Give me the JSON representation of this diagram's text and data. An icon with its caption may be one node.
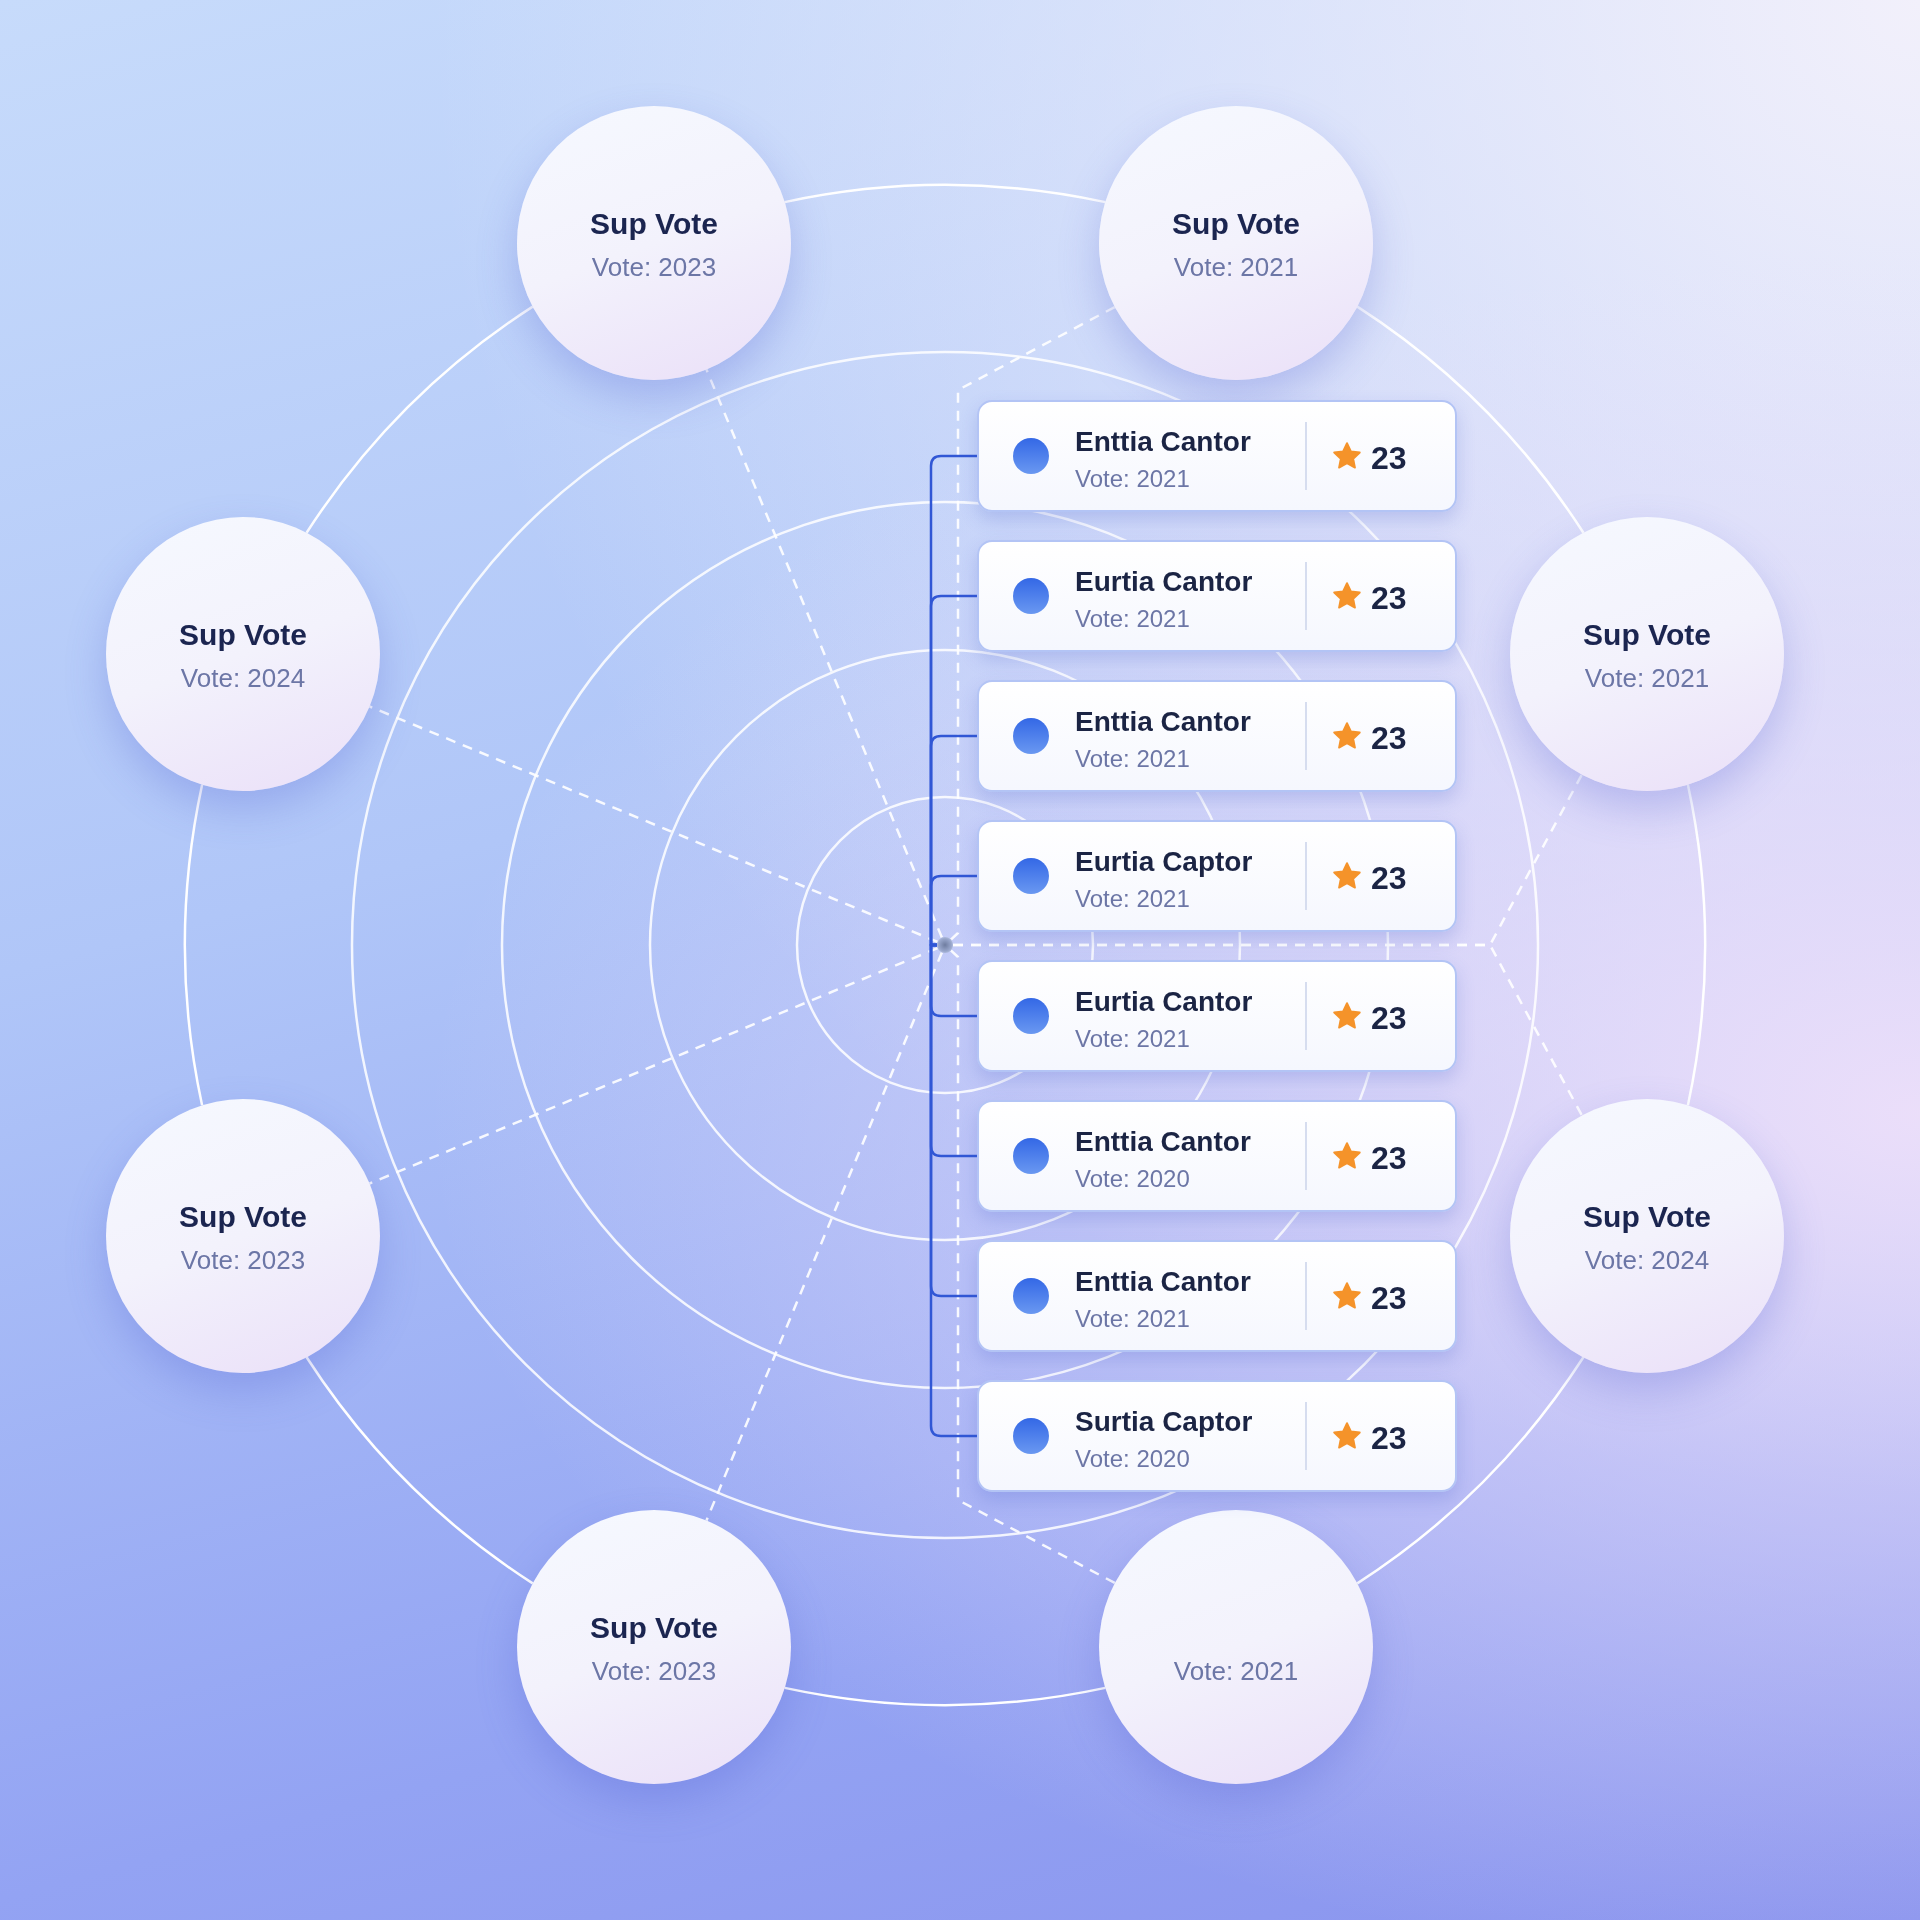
{
  "diagram": {
    "nodes": [
      {
        "text": [
          "Sup Vote",
          "Vote: 2023"
        ]
      },
      {
        "text": [
          "Sup Vote",
          "Vote: 2021"
        ]
      },
      {
        "text": [
          "Sup Vote",
          "Vote: 2024"
        ]
      },
      {
        "text": [
          "Sup Vote",
          "Vote: 2021"
        ]
      },
      {
        "text": [
          "Sup Vote",
          "Vote: 2023"
        ]
      },
      {
        "text": [
          "Sup Vote",
          "Vote: 2024"
        ]
      },
      {
        "text": [
          "Sup Vote",
          "Vote: 2023"
        ]
      },
      {
        "text": [
          "Vote: 2021"
        ]
      },
      {
        "text": [
          "Enttia Cantor",
          "Vote: 2021",
          "23"
        ]
      },
      {
        "text": [
          "Eurtia Cantor",
          "Vote: 2021",
          "23"
        ]
      },
      {
        "text": [
          "Enttia Cantor",
          "Vote: 2021",
          "23"
        ]
      },
      {
        "text": [
          "Eurtia Captor",
          "Vote: 2021",
          "23"
        ]
      },
      {
        "text": [
          "Eurtia Cantor",
          "Vote: 2021",
          "23"
        ]
      },
      {
        "text": [
          "Enttia Cantor",
          "Vote: 2020",
          "23"
        ]
      },
      {
        "text": [
          "Enttia Cantor",
          "Vote: 2021",
          "23"
        ]
      },
      {
        "text": [
          "Surtia Captor",
          "Vote: 2020",
          "23"
        ]
      },
      {
        "text": [],
        "shape": "circle"
      }
    ],
    "edges": [
      {
        "from": 16,
        "to": 0,
        "arrow": "none",
        "style": "dashed"
      },
      {
        "from": 16,
        "to": 1,
        "arrow": "none",
        "style": "dashed"
      },
      {
        "from": 16,
        "to": 2,
        "arrow": "none",
        "style": "dashed"
      },
      {
        "from": 16,
        "to": 3,
        "arrow": "none",
        "style": "dashed"
      },
      {
        "from": 16,
        "to": 4,
        "arrow": "none",
        "style": "dashed"
      },
      {
        "from": 16,
        "to": 5,
        "arrow": "none",
        "style": "dashed"
      },
      {
        "from": 16,
        "to": 6,
        "arrow": "none",
        "style": "dashed"
      },
      {
        "from": 16,
        "to": 7,
        "arrow": "none",
        "style": "dashed"
      },
      {
        "from": 0,
        "to": 1,
        "arrow": "none"
      },
      {
        "from": 1,
        "to": 3,
        "arrow": "none"
      },
      {
        "from": 3,
        "to": 5,
        "arrow": "none"
      },
      {
        "from": 5,
        "to": 7,
        "arrow": "none"
      },
      {
        "from": 7,
        "to": 6,
        "arrow": "none"
      },
      {
        "from": 6,
        "to": 4,
        "arrow": "none"
      },
      {
        "from": 4,
        "to": 2,
        "arrow": "none"
      },
      {
        "from": 2,
        "to": 0,
        "arrow": "none"
      },
      {
        "from": 16,
        "to": 8,
        "arrow": "none",
        "color": "#3157d5"
      },
      {
        "from": 16,
        "to": 9,
        "arrow": "none",
        "color": "#3157d5"
      },
      {
        "from": 16,
        "to": 10,
        "arrow": "none",
        "color": "#3157d5"
      },
      {
        "from": 16,
        "to": 11,
        "arrow": "none",
        "color": "#3157d5"
      },
      {
        "from": 16,
        "to": 12,
        "arrow": "none",
        "color": "#3157d5"
      },
      {
        "from": 16,
        "to": 13,
        "arrow": "none",
        "color": "#3157d5"
      },
      {
        "from": 16,
        "to": 14,
        "arrow": "none",
        "color": "#3157d5"
      },
      {
        "from": 16,
        "to": 15,
        "arrow": "none",
        "color": "#3157d5"
      }
    ]
  }
}
